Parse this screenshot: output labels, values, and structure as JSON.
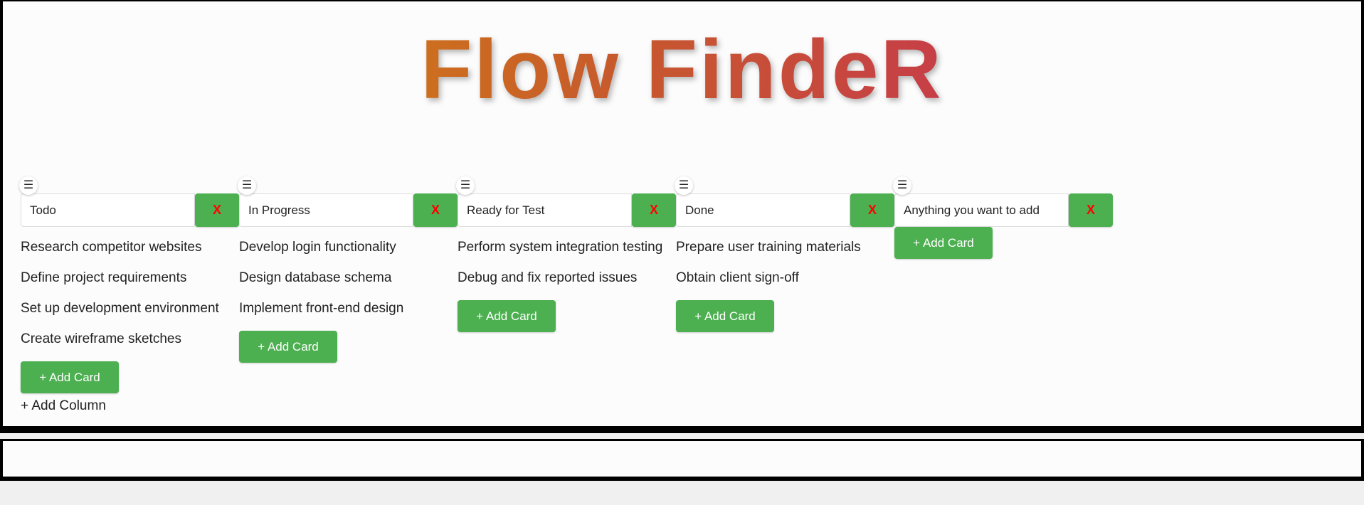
{
  "app": {
    "title": "Flow FindeR"
  },
  "colors": {
    "accent_green": "#4caf50",
    "delete_x": "#ff0000",
    "title_gradient_start": "#d89b00",
    "title_gradient_end": "#c61b6a"
  },
  "icons": {
    "drag_handle": "☰"
  },
  "columns": [
    {
      "title": "Todo",
      "delete_label": "X",
      "cards": [
        "Research competitor websites",
        "Define project requirements",
        "Set up development environment",
        "Create wireframe sketches"
      ],
      "add_card_label": "+ Add Card"
    },
    {
      "title": "In Progress",
      "delete_label": "X",
      "cards": [
        "Develop login functionality",
        "Design database schema",
        "Implement front-end design"
      ],
      "add_card_label": "+ Add Card"
    },
    {
      "title": "Ready for Test",
      "delete_label": "X",
      "cards": [
        "Perform system integration testing",
        "Debug and fix reported issues"
      ],
      "add_card_label": "+ Add Card"
    },
    {
      "title": "Done",
      "delete_label": "X",
      "cards": [
        "Prepare user training materials",
        "Obtain client sign-off"
      ],
      "add_card_label": "+ Add Card"
    },
    {
      "title": "Anything you want to add",
      "delete_label": "X",
      "cards": [],
      "add_card_label": "+ Add Card"
    }
  ],
  "add_column_label": "+ Add Column"
}
